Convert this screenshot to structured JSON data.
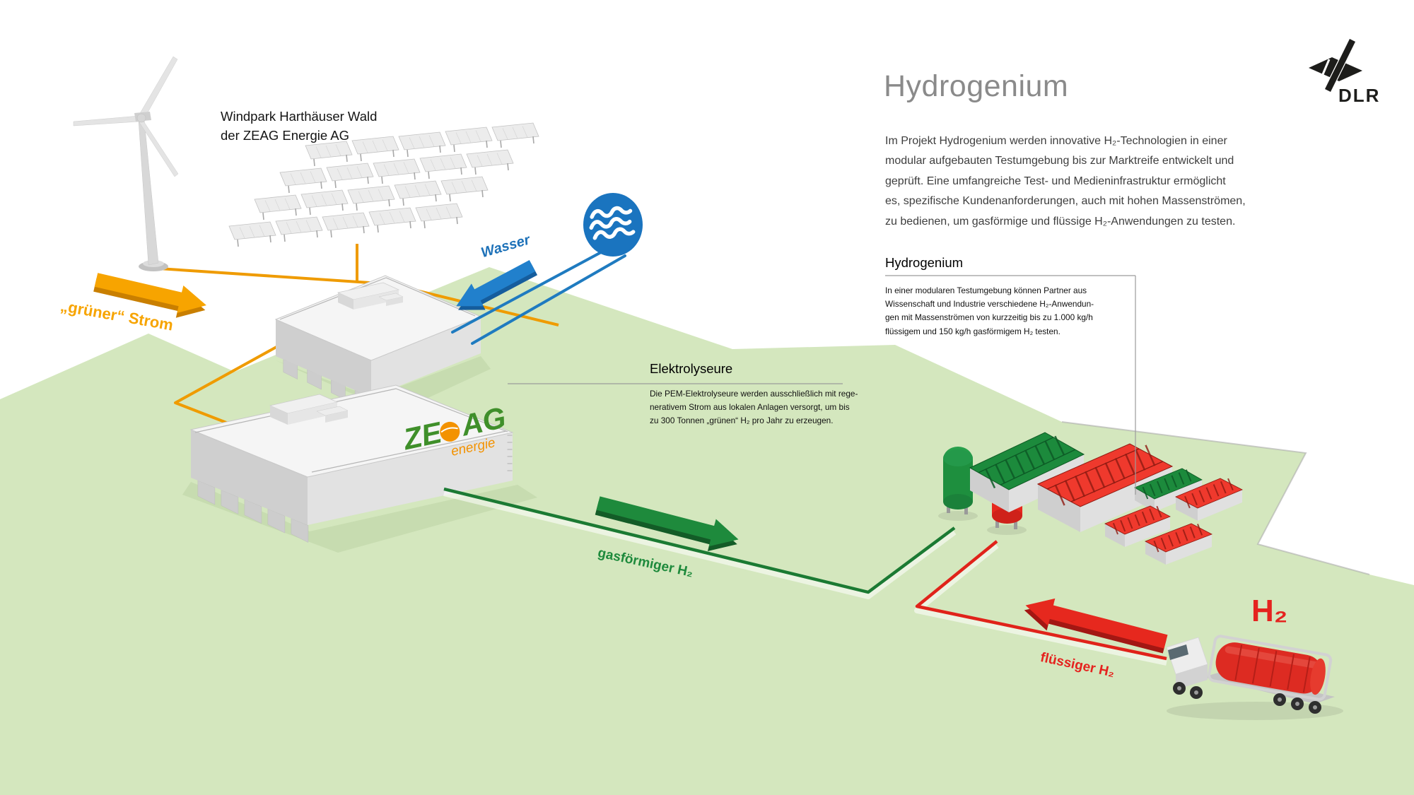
{
  "colors": {
    "land_green": "#d4e7be",
    "accent_orange": "#f7a400",
    "accent_blue": "#1d71b8",
    "accent_green": "#1e8a3c",
    "accent_red": "#e5231f",
    "title_gray": "#8a8a8a"
  },
  "dlr": {
    "wordmark": "DLR"
  },
  "header": {
    "title": "Hydrogenium",
    "intro_lines": [
      "Im Projekt Hydrogenium werden innovative H₂-Technologien in einer",
      "modular aufgebauten Testumgebung bis zur Marktreife entwickelt und",
      "geprüft. Eine umfangreiche Test- und Medieninfrastruktur ermöglicht",
      "es, spezifische Kundenanforderungen, auch mit hohen Massenströmen,",
      "zu bedienen, um gasförmige und flüssige H₂-Anwendungen zu testen."
    ]
  },
  "windpark_label": {
    "line1": "Windpark Harthäuser Wald",
    "line2": "der ZEAG Energie AG"
  },
  "flow_labels": {
    "green_power": "„grüner“ Strom",
    "water": "Wasser",
    "gaseous_h2": "gasförmiger H₂",
    "liquid_h2": "flüssiger H₂",
    "truck_h2": "H₂"
  },
  "electrolyser_section": {
    "title": "Elektrolyseure",
    "body_lines": [
      "Die PEM-Elektrolyseure werden ausschließlich mit rege-",
      "nerativem Strom aus lokalen Anlagen versorgt, um bis",
      "zu 300 Tonnen „grünen“ H₂ pro Jahr zu erzeugen."
    ]
  },
  "hydrogenium_section": {
    "title": "Hydrogenium",
    "body_lines": [
      "In einer modularen Testumgebung können Partner aus",
      "Wissenschaft und Industrie verschiedene H₂-Anwendun-",
      "gen mit Massenströmen von kurzzeitig bis zu 1.000 kg/h",
      "flüssigem und 150 kg/h gasförmigem H₂ testen."
    ]
  },
  "zeag_logo": {
    "part1": "ZE",
    "part2": "AG",
    "tagline": "energie"
  }
}
